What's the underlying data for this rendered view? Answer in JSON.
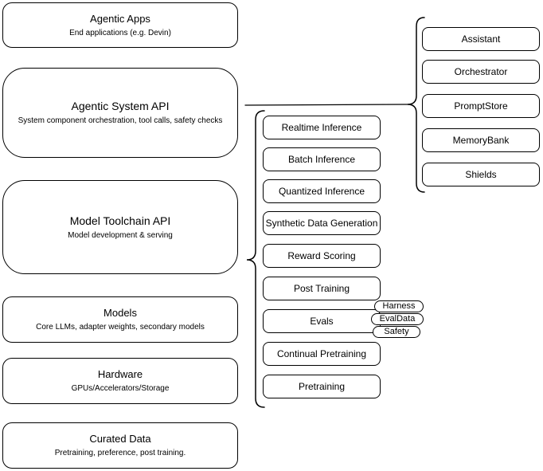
{
  "colors": {
    "stroke": "#000000",
    "background": "#ffffff"
  },
  "left_stack": [
    {
      "title": "Agentic Apps",
      "subtitle": "End applications (e.g. Devin)"
    },
    {
      "title": "Agentic System API",
      "subtitle": "System component orchestration, tool calls, safety checks"
    },
    {
      "title": "Model Toolchain API",
      "subtitle": "Model development & serving"
    },
    {
      "title": "Models",
      "subtitle": "Core LLMs, adapter weights, secondary models"
    },
    {
      "title": "Hardware",
      "subtitle": "GPUs/Accelerators/Storage"
    },
    {
      "title": "Curated Data",
      "subtitle": "Pretraining, preference, post training."
    }
  ],
  "toolchain_components": [
    "Realtime Inference",
    "Batch Inference",
    "Quantized Inference",
    "Synthetic Data Generation",
    "Reward Scoring",
    "Post Training",
    "Evals",
    "Continual Pretraining",
    "Pretraining"
  ],
  "evals_tags": [
    "Harness",
    "EvalData",
    "Safety"
  ],
  "system_components": [
    "Assistant",
    "Orchestrator",
    "PromptStore",
    "MemoryBank",
    "Shields"
  ]
}
